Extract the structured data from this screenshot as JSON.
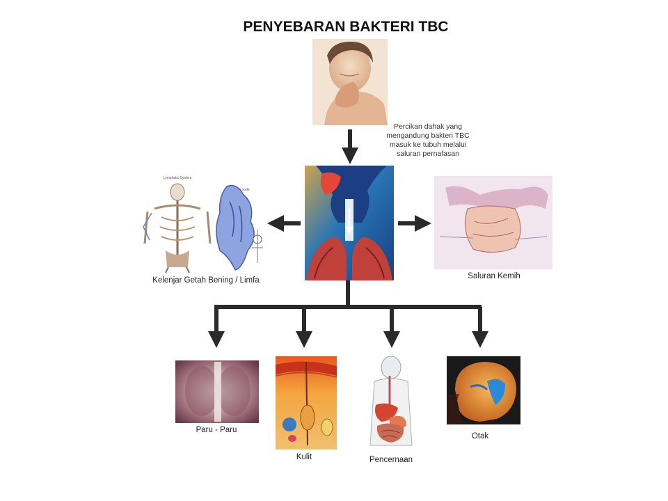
{
  "title": "PENYEBARAN BAKTERI TBC",
  "source_note": [
    "Percikan dahak yang",
    "mengandung bakteri TBC",
    "masuk ke tubuh melalui",
    "saluran pernafasan"
  ],
  "left_sublabels": [
    "Lymphatic System",
    "Lymph node"
  ],
  "labels": {
    "lymph": "Kelenjar Getah Bening / Limfa",
    "urinary": "Saluran Kemih",
    "lungs": "Paru - Paru",
    "skin": "Kulit",
    "digestion": "Pencernaan",
    "brain": "Otak"
  },
  "colors": {
    "arrow": "#2a2a2a",
    "skin_tone": "#e9c6a8",
    "respiratory_bg": "#1f5ea8",
    "xray_bg": "#e8d8c8"
  }
}
